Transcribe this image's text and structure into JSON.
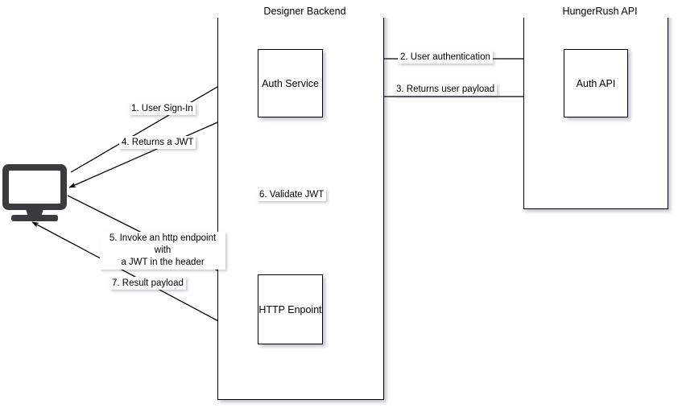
{
  "diagram": {
    "title_hidden": "Authentication sequence diagram",
    "groups": [
      {
        "id": "designer-backend",
        "label": "Designer Backend"
      },
      {
        "id": "hungerrush-api",
        "label": "HungerRush API"
      }
    ],
    "nodes": [
      {
        "id": "auth-service",
        "label": "Auth Service"
      },
      {
        "id": "http-endpoint",
        "label": "HTTP Enpoint"
      },
      {
        "id": "auth-api",
        "label": "Auth API"
      },
      {
        "id": "user-workstation",
        "label": "",
        "icon": "monitor-icon"
      }
    ],
    "edges": [
      {
        "id": "edge-1",
        "label": "1. User Sign-In",
        "from": "user-workstation",
        "to": "auth-service"
      },
      {
        "id": "edge-2",
        "label": "2. User authentication",
        "from": "auth-service",
        "to": "auth-api"
      },
      {
        "id": "edge-3",
        "label": "3. Returns user payload",
        "from": "auth-api",
        "to": "auth-service"
      },
      {
        "id": "edge-4",
        "label": "4. Returns a JWT",
        "from": "auth-service",
        "to": "user-workstation"
      },
      {
        "id": "edge-5",
        "label_line1": "5. Invoke an http endpoint with",
        "label_line2": "a JWT in the header",
        "from": "user-workstation",
        "to": "http-endpoint"
      },
      {
        "id": "edge-6",
        "label": "6. Validate JWT",
        "from": "http-endpoint",
        "to": "auth-service"
      },
      {
        "id": "edge-7",
        "label": "7. Result payload",
        "from": "http-endpoint",
        "to": "user-workstation"
      }
    ],
    "colors": {
      "stroke": "#000000",
      "background": "#ffffff",
      "monitor_body": "#3a3a3f",
      "monitor_screen": "#ffffff",
      "shadow": "rgba(60,60,100,0.30)"
    }
  }
}
